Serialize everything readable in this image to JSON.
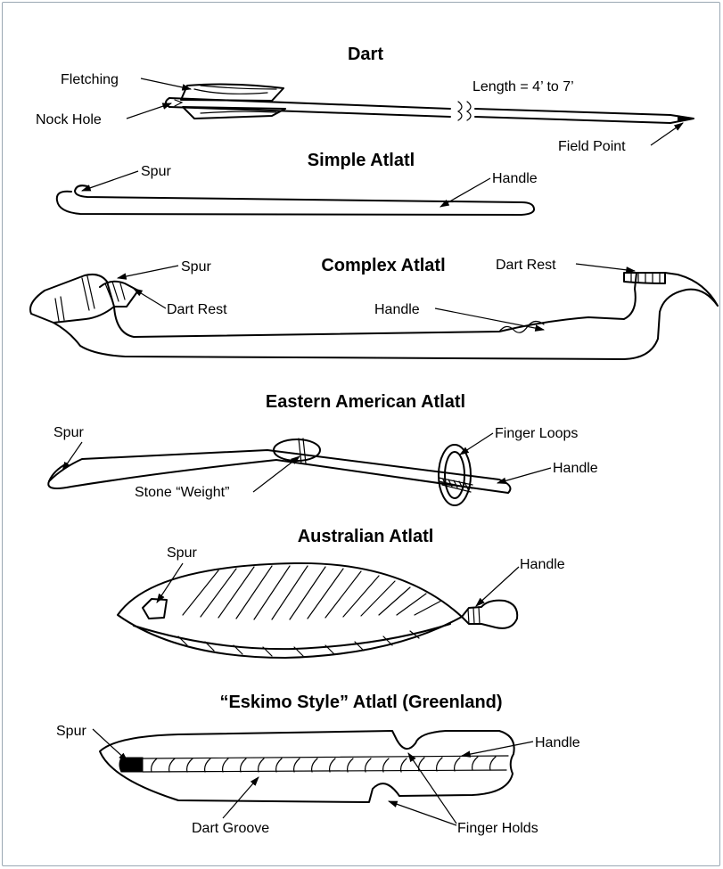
{
  "sections": {
    "dart": {
      "title": "Dart",
      "labels": {
        "fletching": "Fletching",
        "nock_hole": "Nock Hole",
        "length": "Length = 4’ to 7’",
        "field_point": "Field Point"
      }
    },
    "simple": {
      "title": "Simple Atlatl",
      "labels": {
        "spur": "Spur",
        "handle": "Handle"
      }
    },
    "complex": {
      "title": "Complex Atlatl",
      "labels": {
        "spur": "Spur",
        "dart_rest_left": "Dart Rest",
        "dart_rest_right": "Dart Rest",
        "handle": "Handle"
      }
    },
    "eastern": {
      "title": "Eastern American Atlatl",
      "labels": {
        "spur": "Spur",
        "finger_loops": "Finger Loops",
        "handle": "Handle",
        "stone_weight": "Stone “Weight”"
      }
    },
    "australian": {
      "title": "Australian Atlatl",
      "labels": {
        "spur": "Spur",
        "handle": "Handle"
      }
    },
    "eskimo": {
      "title": "“Eskimo Style” Atlatl (Greenland)",
      "labels": {
        "spur": "Spur",
        "handle": "Handle",
        "dart_groove": "Dart Groove",
        "finger_holds": "Finger Holds"
      }
    }
  },
  "colors": {
    "border": "#9aa7b3",
    "ink": "#000000",
    "background": "#ffffff"
  }
}
